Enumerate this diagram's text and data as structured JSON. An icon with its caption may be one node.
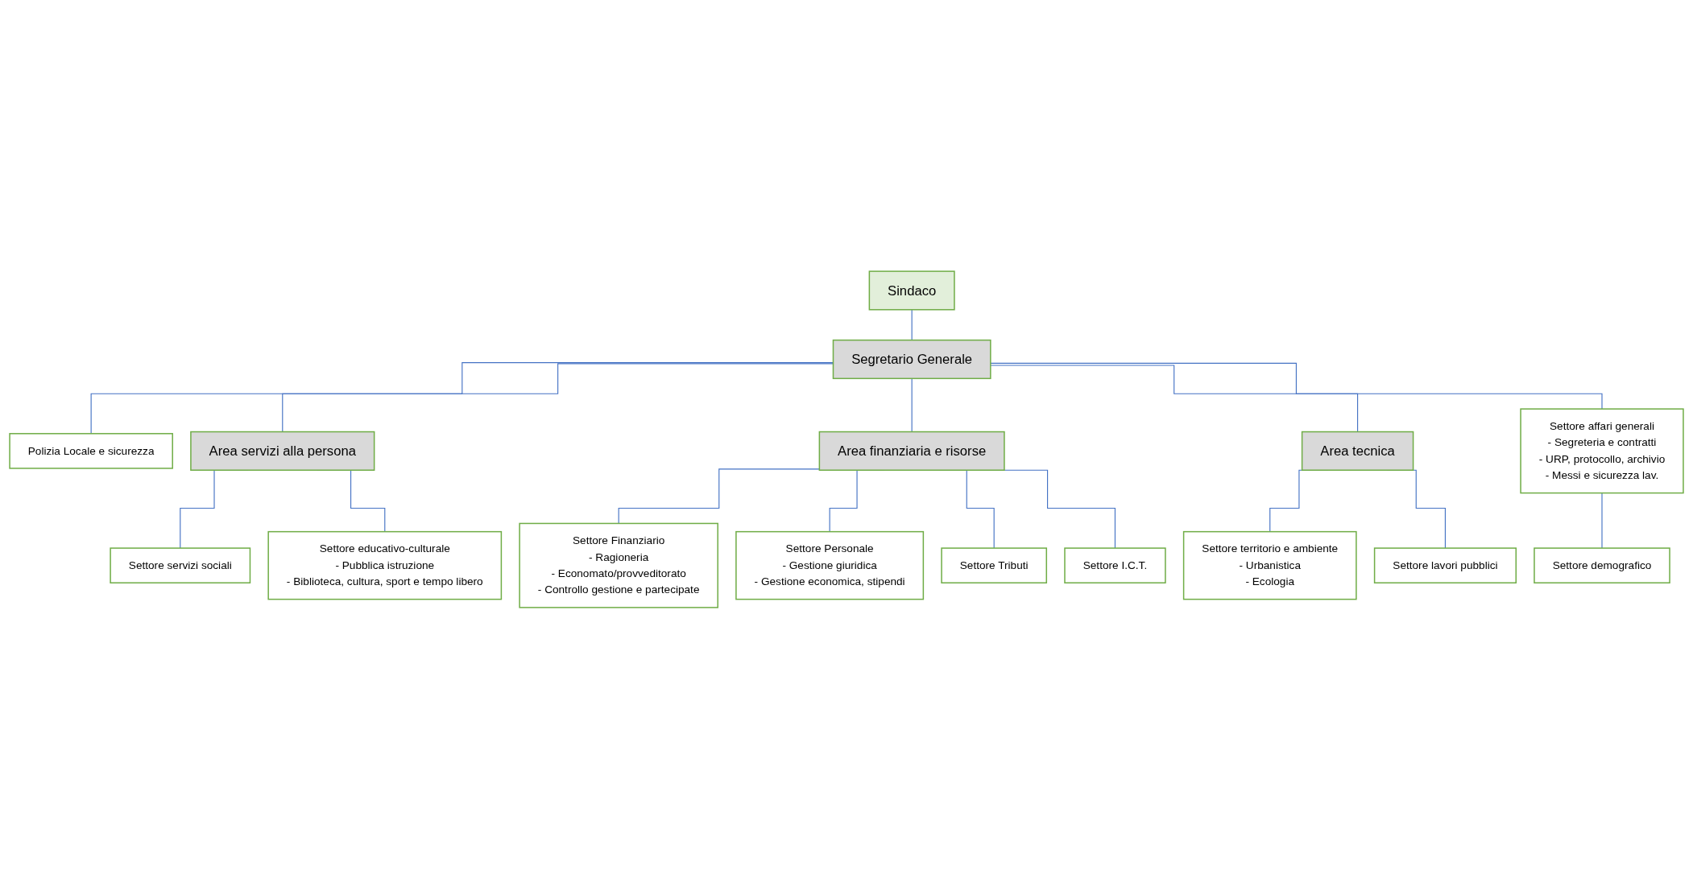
{
  "diagram": {
    "nodes": [
      {
        "text": [
          "Sindaco"
        ]
      },
      {
        "text": [
          "Segretario Generale"
        ]
      },
      {
        "text": [
          "Polizia Locale e sicurezza"
        ]
      },
      {
        "text": [
          "Area servizi alla persona"
        ]
      },
      {
        "text": [
          "Area finanziaria e risorse"
        ]
      },
      {
        "text": [
          "Area tecnica"
        ]
      },
      {
        "text": [
          "Settore servizi sociali"
        ]
      },
      {
        "text": [
          "Settore educativo-culturale",
          "- Pubblica istruzione",
          "- Biblioteca, cultura, sport e tempo libero"
        ]
      },
      {
        "text": [
          "Settore Finanziario",
          "- Ragioneria",
          "- Economato/provveditorato",
          "- Controllo gestione e partecipate"
        ]
      },
      {
        "text": [
          "Settore Personale",
          "- Gestione giuridica",
          "- Gestione economica, stipendi"
        ]
      },
      {
        "text": [
          "Settore Tributi"
        ]
      },
      {
        "text": [
          "Settore I.C.T."
        ]
      },
      {
        "text": [
          "Settore territorio e ambiente",
          "- Urbanistica",
          "- Ecologia"
        ]
      },
      {
        "text": [
          "Settore lavori pubblici"
        ]
      },
      {
        "text": [
          "Settore affari generali",
          "- Segreteria e contratti",
          "- URP, protocollo, archivio",
          "- Messi e sicurezza lav."
        ]
      },
      {
        "text": [
          "Settore demografico"
        ]
      }
    ],
    "edges": [
      {
        "from": 0,
        "to": 1,
        "arrow": "none"
      },
      {
        "from": 1,
        "to": 2,
        "arrow": "none"
      },
      {
        "from": 1,
        "to": 3,
        "arrow": "none"
      },
      {
        "from": 1,
        "to": 4,
        "arrow": "none"
      },
      {
        "from": 1,
        "to": 5,
        "arrow": "none"
      },
      {
        "from": 1,
        "to": 14,
        "arrow": "none"
      },
      {
        "from": 3,
        "to": 6,
        "arrow": "none"
      },
      {
        "from": 3,
        "to": 7,
        "arrow": "none"
      },
      {
        "from": 4,
        "to": 8,
        "arrow": "none"
      },
      {
        "from": 4,
        "to": 9,
        "arrow": "none"
      },
      {
        "from": 4,
        "to": 10,
        "arrow": "none"
      },
      {
        "from": 4,
        "to": 11,
        "arrow": "none"
      },
      {
        "from": 5,
        "to": 12,
        "arrow": "none"
      },
      {
        "from": 5,
        "to": 13,
        "arrow": "none"
      },
      {
        "from": 14,
        "to": 15,
        "arrow": "none"
      }
    ]
  }
}
